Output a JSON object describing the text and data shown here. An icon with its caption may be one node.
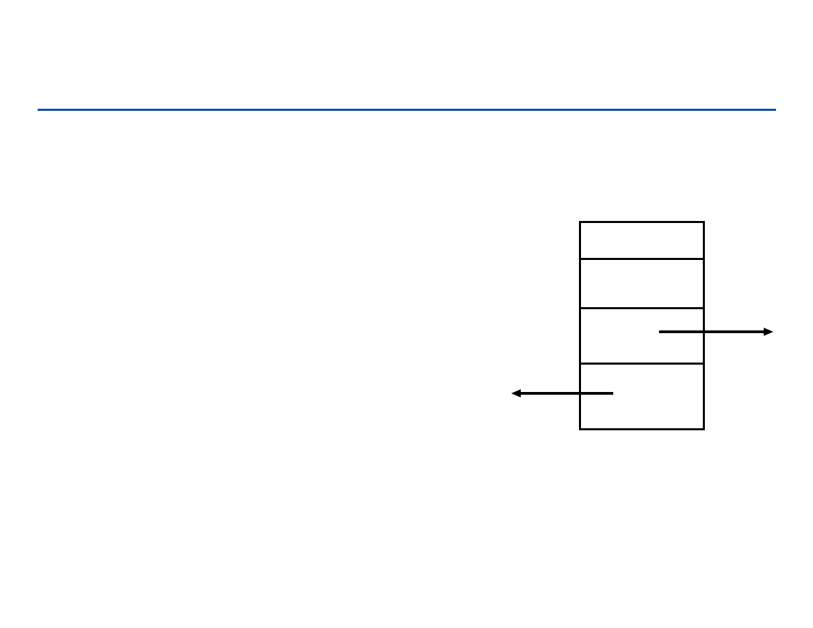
{
  "diagram": {
    "nodes": [
      {
        "text": [],
        "shape": "box"
      },
      {
        "text": [],
        "shape": "box"
      },
      {
        "text": [],
        "shape": "box"
      },
      {
        "text": [],
        "shape": "box"
      }
    ],
    "edges": [
      {
        "from": 2,
        "to": null,
        "arrow": "to"
      },
      {
        "from": 3,
        "to": null,
        "arrow": "to"
      }
    ]
  }
}
